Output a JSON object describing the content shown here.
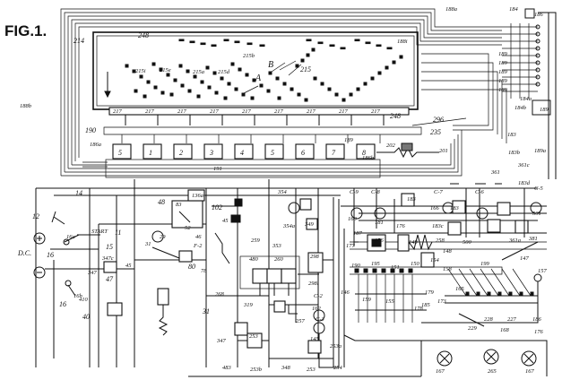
{
  "figure": {
    "title": "FIG.1."
  },
  "labels": {
    "l188a": "188a",
    "l184": "184",
    "l186": "186",
    "l248a": "248",
    "l214": "214",
    "l215b": "215b",
    "l188i": "188i",
    "l215i": "215i",
    "l215e": "215e",
    "l215a": "215a",
    "l215d": "215d",
    "l215": "215",
    "lB": "B",
    "lA": "A",
    "l188b": "188b",
    "l190": "190",
    "l248b": "248",
    "l296": "296",
    "l186a": "186a",
    "l189": "189",
    "l186b": "186b",
    "l191": "191",
    "l235": "235",
    "l202": "202",
    "l201": "201",
    "l183": "183",
    "l183b": "183b",
    "l189a": "189a",
    "l361": "361",
    "l361c": "361c",
    "l183d": "183d",
    "l184a": "184a",
    "l184b": "184b",
    "l189b": "189",
    "l14": "14",
    "l12": "12",
    "lDC": "D.C.",
    "l16a": "16a",
    "lSTART": "START",
    "l11": "11",
    "l15": "15",
    "l16b": "16b",
    "l16": "16",
    "l16c": "16",
    "l347": "347",
    "l347c": "347c",
    "l45": "45",
    "l47": "47",
    "l48": "48",
    "l83": "83",
    "l136a": "136a",
    "l102": "102",
    "l52": "52",
    "l29": "29",
    "l31": "31",
    "l45b": "45",
    "l46": "46",
    "lF2": "F-2",
    "l80": "80",
    "l78": "78",
    "l410": "410",
    "l40": "40",
    "l268": "268",
    "l319": "319",
    "l480": "480",
    "l260": "260",
    "l259": "259",
    "l354": "354",
    "l354a": "354a",
    "l353": "353",
    "l349": "349",
    "l298": "298",
    "l298i": "298i",
    "l31b": "31",
    "l347b": "347",
    "l483": "483",
    "l253": "253",
    "l253b": "253b",
    "l348": "348",
    "l257": "257",
    "lC2": "C-2",
    "l162": "162",
    "lC3": "C-3",
    "l145": "145",
    "l253a": "253a",
    "l254": "254",
    "l253c": "253",
    "lC9": "C-9",
    "lC8": "C-8",
    "l160": "160",
    "l181": "181",
    "l187": "187",
    "l183c": "183",
    "lC7": "C-7",
    "l166": "166",
    "l183e": "183",
    "l183cc": "183c",
    "lC6": "C-6",
    "lC5": "C-5",
    "l501": "501",
    "l500": "500",
    "l361a": "361a",
    "l381": "381",
    "l176": "176",
    "l177": "177",
    "l156": "156",
    "l149": "149",
    "l258": "258",
    "l190b": "190",
    "l195": "195",
    "l151": "151",
    "l150": "150",
    "l154": "154",
    "l158": "158",
    "l148": "148",
    "l199": "199",
    "l147": "147",
    "l157": "157",
    "l146": "146",
    "l159": "159",
    "l155": "155",
    "l179": "179",
    "l173": "173",
    "l165": "165",
    "l185": "185",
    "l178": "178",
    "l228": "228",
    "l227": "227",
    "l186c": "186",
    "l229": "229",
    "l168": "168",
    "l176b": "176",
    "l167": "167",
    "l167b": "167",
    "l265": "265"
  },
  "board_columns": [
    "217",
    "217",
    "217",
    "217",
    "217",
    "217",
    "217",
    "217",
    "217"
  ],
  "ballot_keys": [
    "5",
    "1",
    "2",
    "3",
    "4",
    "5",
    "6",
    "7",
    "8"
  ],
  "right_stack": [
    "189",
    "189",
    "189",
    "189",
    "189"
  ]
}
